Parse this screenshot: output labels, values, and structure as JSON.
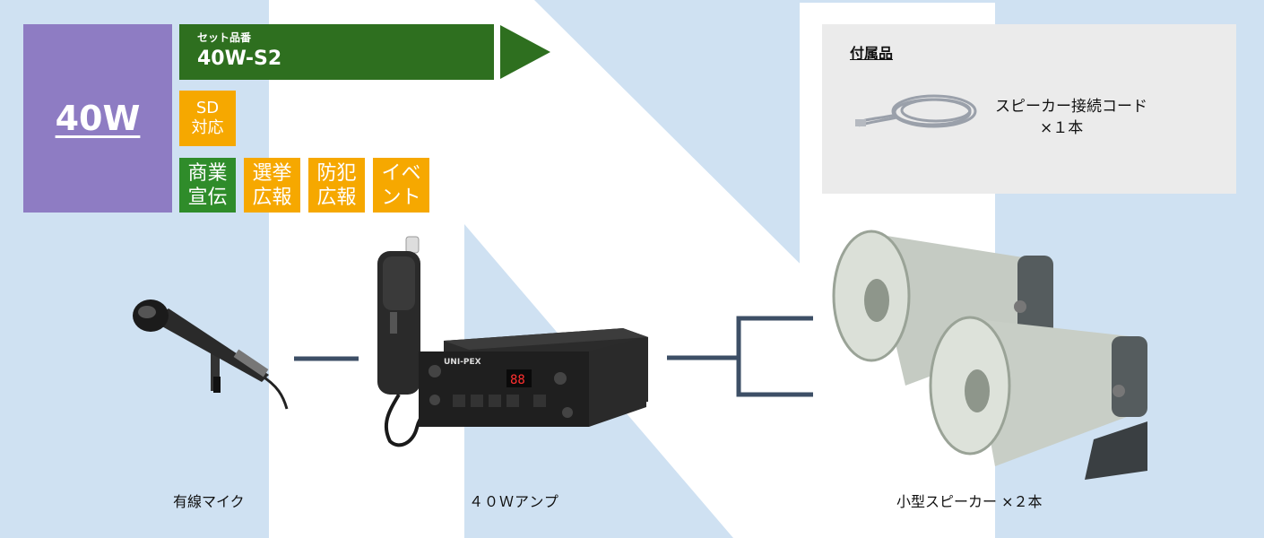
{
  "colors": {
    "background": "#cfe1f2",
    "wattage_bg": "#8e7cc3",
    "banner_green": "#2e6f1f",
    "badge_green": "#2f8c2a",
    "badge_orange": "#f6a800",
    "connector": "#3d4f66"
  },
  "wattage": {
    "label": "40W"
  },
  "set": {
    "label": "セット品番",
    "code": "40W-S2"
  },
  "badges": {
    "sd": {
      "line1": "SD",
      "line2": "対応"
    },
    "items": [
      {
        "line1": "商業",
        "line2": "宣伝"
      },
      {
        "line1": "選挙",
        "line2": "広報"
      },
      {
        "line1": "防犯",
        "line2": "広報"
      },
      {
        "line1": "イベ",
        "line2": "ント"
      }
    ]
  },
  "accessories": {
    "title": "付属品",
    "item_name": "スピーカー接続コード",
    "item_qty": "×１本"
  },
  "products": {
    "mic": "有線マイク",
    "amp": "４０Ｗアンプ",
    "speaker": "小型スピーカー ×２本"
  },
  "amp_display": {
    "brand": "UNI-PEX",
    "digits": "88"
  }
}
